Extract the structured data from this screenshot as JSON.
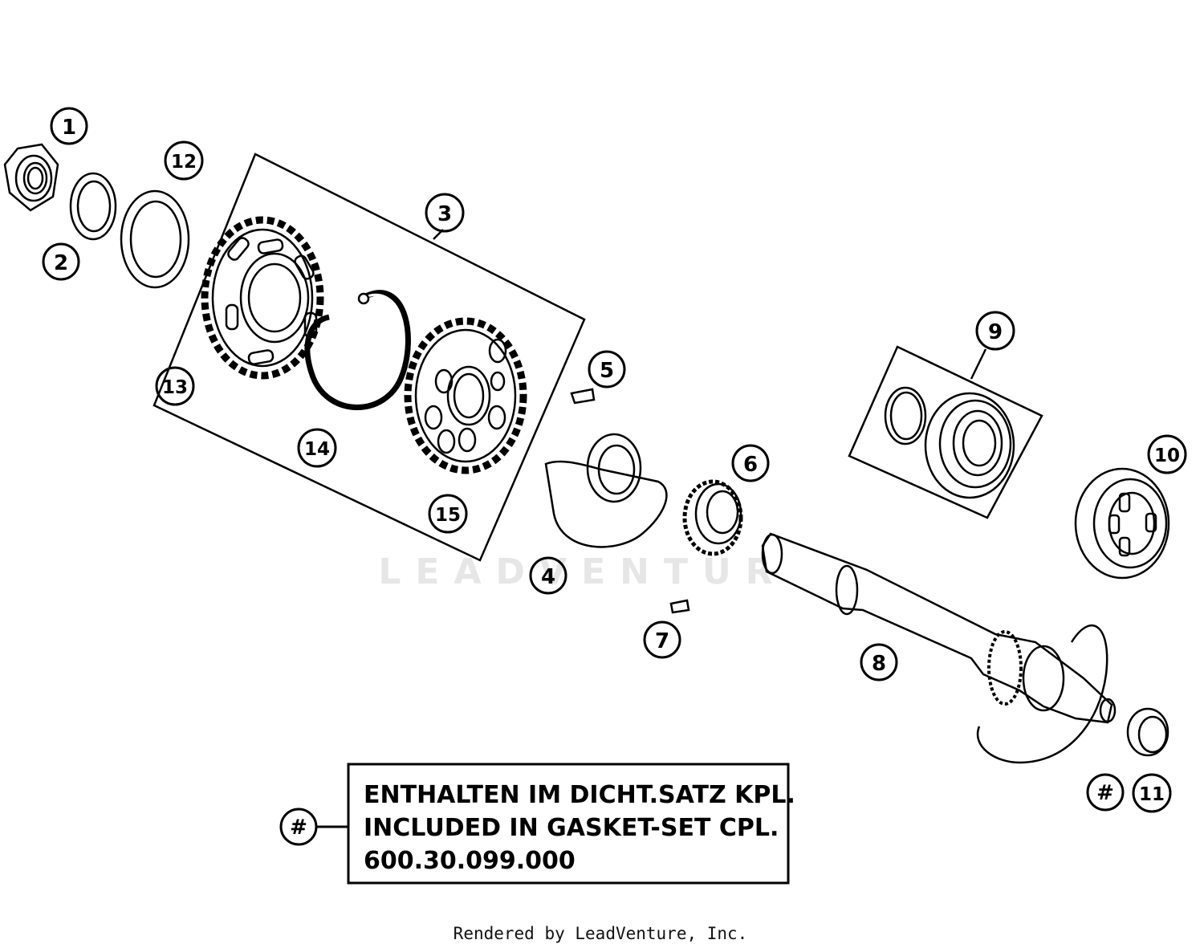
{
  "callouts": [
    {
      "id": "1",
      "label": "1"
    },
    {
      "id": "2",
      "label": "2"
    },
    {
      "id": "3",
      "label": "3"
    },
    {
      "id": "4",
      "label": "4"
    },
    {
      "id": "5",
      "label": "5"
    },
    {
      "id": "6",
      "label": "6"
    },
    {
      "id": "7",
      "label": "7"
    },
    {
      "id": "8",
      "label": "8"
    },
    {
      "id": "9",
      "label": "9"
    },
    {
      "id": "10",
      "label": "10"
    },
    {
      "id": "11",
      "label": "11"
    },
    {
      "id": "12",
      "label": "12"
    },
    {
      "id": "13",
      "label": "13"
    },
    {
      "id": "14",
      "label": "14"
    },
    {
      "id": "15",
      "label": "15"
    },
    {
      "id": "hash-11",
      "label": "#"
    }
  ],
  "note": {
    "marker": "#",
    "line1": "ENTHALTEN IM DICHT.SATZ KPL.",
    "line2": "INCLUDED IN GASKET-SET CPL.",
    "line3": "600.30.099.000"
  },
  "watermark": "LEADVENTURE",
  "footer": "Rendered by LeadVenture, Inc."
}
